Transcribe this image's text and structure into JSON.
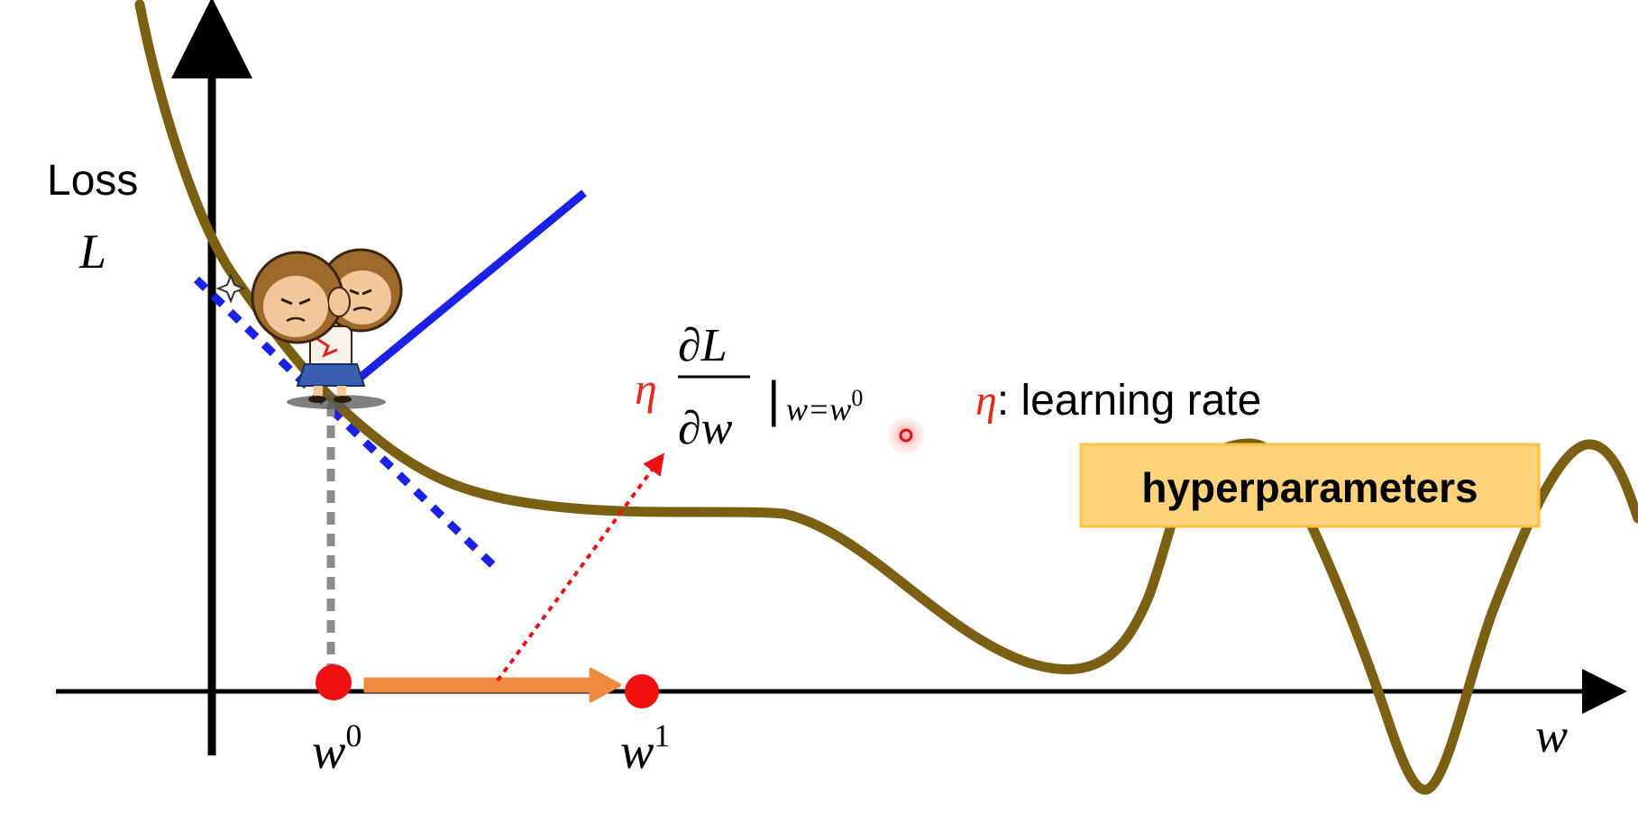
{
  "axes": {
    "y_label_line1": "Loss",
    "y_label_line2": "L",
    "x_label": "w"
  },
  "points": {
    "w0_base": "w",
    "w0_sup": "0",
    "w1_base": "w",
    "w1_sup": "1"
  },
  "formula": {
    "eta": "η",
    "numerator": "∂L",
    "denominator": "∂w",
    "bar": "|",
    "eval_base": "w=w",
    "eval_sup": "0"
  },
  "legend": {
    "eta": "η",
    "text": ": learning rate"
  },
  "banner": {
    "text": "hyperparameters"
  },
  "colors": {
    "curve": "#7b5f12",
    "tangent": "#1b22e6",
    "point": "#ef1010",
    "arrow": "#ed8a3f",
    "eta": "#e32b17",
    "banner_fill": "#fcd37a",
    "banner_border": "#ffbf3f",
    "drop_line": "#8c8c8c",
    "axis": "#000000"
  },
  "icons": {
    "character": "monkey-character-icon",
    "sparkle": "sparkle-icon",
    "cursor": "pointer-cursor-icon"
  }
}
